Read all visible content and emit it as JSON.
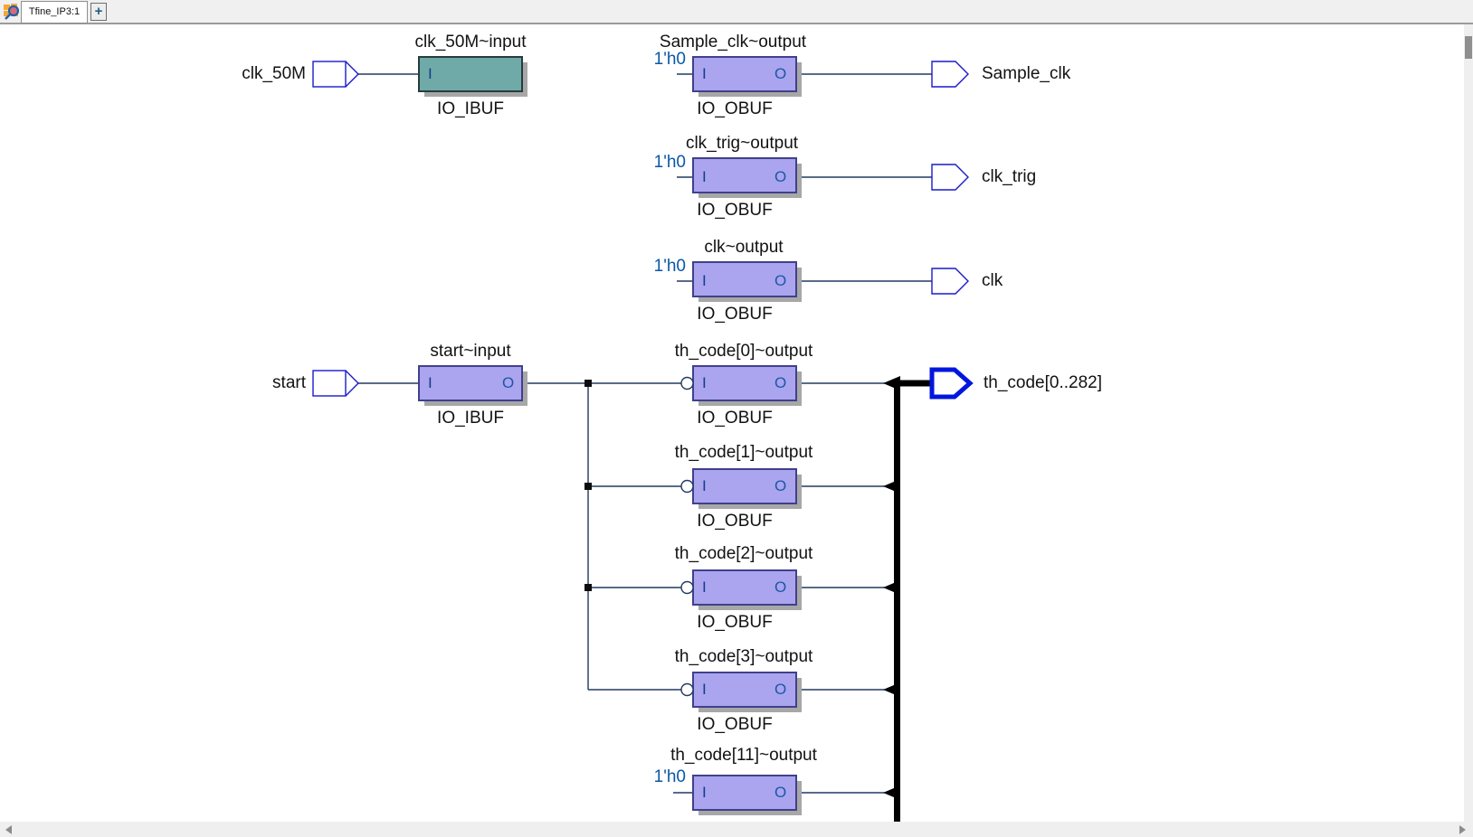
{
  "tab_bar": {
    "title": "Tfine_IP3:1",
    "new_tab": "+"
  },
  "schematic": {
    "const_value": "1'h0",
    "port_in": "I",
    "port_out": "O",
    "type_ibuf": "IO_IBUF",
    "type_obuf": "IO_OBUF",
    "pins": {
      "clk_50M": "clk_50M",
      "start": "start",
      "sample_clk": "Sample_clk",
      "clk_trig": "clk_trig",
      "clk": "clk",
      "th_code_bus": "th_code[0..282]"
    },
    "cells": {
      "clk_50M_input": "clk_50M~input",
      "sample_clk_output": "Sample_clk~output",
      "clk_trig_output": "clk_trig~output",
      "clk_output": "clk~output",
      "start_input": "start~input",
      "th_code_0_output": "th_code[0]~output",
      "th_code_1_output": "th_code[1]~output",
      "th_code_2_output": "th_code[2]~output",
      "th_code_3_output": "th_code[3]~output",
      "th_code_11_output": "th_code[11]~output"
    }
  },
  "colors": {
    "ibuf_fill": "#6faaa9",
    "obuf_fill": "#aba4ee",
    "constant_text": "#0a58a8",
    "pin_outline": "#1a1acc",
    "bus_pin_outline": "#0016dd",
    "wire": "#203a60",
    "bus": "#000000",
    "shadow": "#a7a7a7"
  }
}
